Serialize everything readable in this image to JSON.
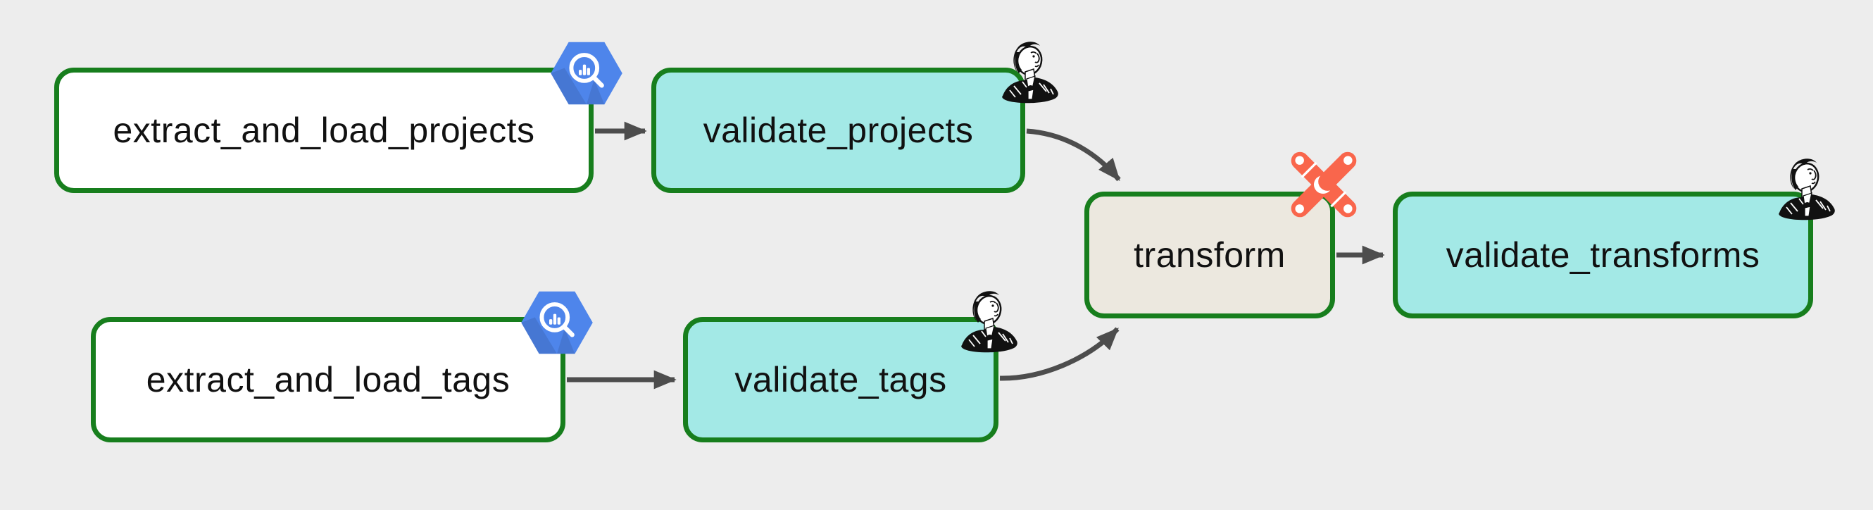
{
  "diagram": {
    "title": "dag-graph",
    "nodes": [
      {
        "label": "extract_and_load_projects",
        "icon": "bigquery-icon",
        "fill": "#ffffff"
      },
      {
        "label": "validate_projects",
        "icon": "great-expectations-icon",
        "fill": "#a3e9e6"
      },
      {
        "label": "extract_and_load_tags",
        "icon": "bigquery-icon",
        "fill": "#ffffff"
      },
      {
        "label": "validate_tags",
        "icon": "great-expectations-icon",
        "fill": "#a3e9e6"
      },
      {
        "label": "transform",
        "icon": "dbt-icon",
        "fill": "#ece8df"
      },
      {
        "label": "validate_transforms",
        "icon": "great-expectations-icon",
        "fill": "#a3e9e6"
      }
    ],
    "edges": [
      {
        "from": "extract_and_load_projects",
        "to": "validate_projects"
      },
      {
        "from": "extract_and_load_tags",
        "to": "validate_tags"
      },
      {
        "from": "validate_projects",
        "to": "transform"
      },
      {
        "from": "validate_tags",
        "to": "transform"
      },
      {
        "from": "transform",
        "to": "validate_transforms"
      }
    ],
    "colors": {
      "background": "#ededed",
      "node_border": "#177e1d",
      "edge": "#4d4d4d",
      "extract_fill": "#ffffff",
      "validate_fill": "#a3e9e6",
      "transform_fill": "#ece8df",
      "label_text": "#111111",
      "bigquery_blue": "#4e85eb",
      "dbt_orange": "#f9664c"
    }
  }
}
